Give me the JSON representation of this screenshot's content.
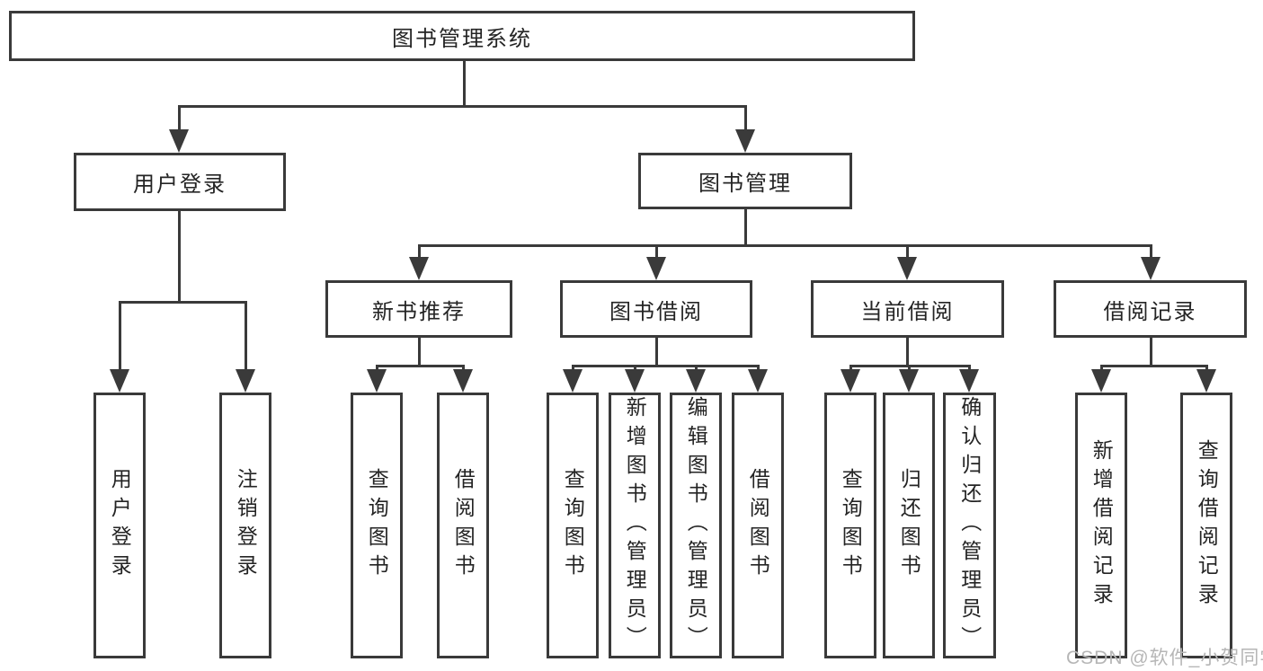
{
  "colors": {
    "line": "#3a3a3a",
    "box_border": "#3a3a3a",
    "text": "#242424",
    "watermark": "#b6b6b6",
    "background": "#ffffff"
  },
  "watermark": {
    "text": "CSDN @软件_小贺同学"
  },
  "tree": {
    "root": "图书管理系统",
    "branches": [
      {
        "label": "用户登录",
        "children": [
          "用户登录",
          "注销登录"
        ]
      },
      {
        "label": "图书管理",
        "groups": [
          {
            "label": "新书推荐",
            "children": [
              "查询图书",
              "借阅图书"
            ]
          },
          {
            "label": "图书借阅",
            "children": [
              "查询图书",
              "新增图书（管理员）",
              "编辑图书（管理员）",
              "借阅图书"
            ]
          },
          {
            "label": "当前借阅",
            "children": [
              "查询图书",
              "归还图书",
              "确认归还（管理员）"
            ]
          },
          {
            "label": "借阅记录",
            "children": [
              "新增借阅记录",
              "查询借阅记录"
            ]
          }
        ]
      }
    ]
  }
}
